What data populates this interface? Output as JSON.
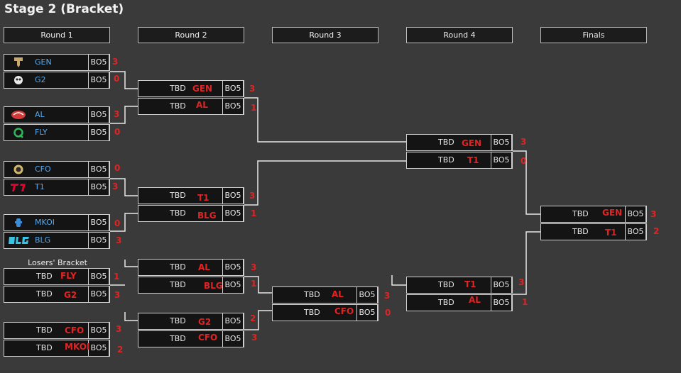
{
  "page": {
    "title": "Stage 2 (Bracket)"
  },
  "rounds": [
    "Round 1",
    "Round 2",
    "Round 3",
    "Round 4",
    "Finals"
  ],
  "common": {
    "tbd": "TBD",
    "format": "BO5"
  },
  "losers_label": "Losers' Bracket",
  "round1": [
    {
      "name": "GEN",
      "logo": "gen-logo",
      "score": "3"
    },
    {
      "name": "G2",
      "logo": "g2-logo",
      "score": "0"
    },
    {
      "name": "AL",
      "logo": "al-logo",
      "score": "3"
    },
    {
      "name": "FLY",
      "logo": "fly-logo",
      "score": "0"
    },
    {
      "name": "CFO",
      "logo": "cfo-logo",
      "score": "0"
    },
    {
      "name": "T1",
      "logo": "t1-logo",
      "score": "3"
    },
    {
      "name": "MKOI",
      "logo": "mkoi-logo",
      "score": "0"
    },
    {
      "name": "BLG",
      "logo": "blg-logo",
      "score": "3"
    }
  ],
  "losers_round1": [
    {
      "annot": "FLY",
      "score": "1"
    },
    {
      "annot": "G2",
      "score": "3"
    },
    {
      "annot": "CFO",
      "score": "3"
    },
    {
      "annot": "MKOI",
      "score": "2"
    }
  ],
  "round2": [
    {
      "annot": "GEN",
      "score": "3"
    },
    {
      "annot": "AL",
      "score": "1"
    },
    {
      "annot": "T1",
      "score": "3"
    },
    {
      "annot": "BLG",
      "score": "1"
    },
    {
      "annot": "AL",
      "score": "3"
    },
    {
      "annot": "BLG",
      "score": "1"
    },
    {
      "annot": "G2",
      "score": "2"
    },
    {
      "annot": "CFO",
      "score": "3"
    }
  ],
  "round3": [
    {
      "annot": "AL",
      "score": "3"
    },
    {
      "annot": "CFO",
      "score": "0"
    }
  ],
  "round4": [
    {
      "annot": "GEN",
      "score": "3"
    },
    {
      "annot": "T1",
      "score": "0"
    },
    {
      "annot": "T1",
      "score": "3"
    },
    {
      "annot": "AL",
      "score": "1"
    }
  ],
  "finals": [
    {
      "annot": "GEN",
      "score": "3"
    },
    {
      "annot": "T1",
      "score": "2"
    }
  ],
  "colors": {
    "background": "#3a3a3a",
    "slot": "#141414",
    "border": "#cfcfcf",
    "team_name": "#5aa7e8",
    "annotation": "#e02424"
  }
}
